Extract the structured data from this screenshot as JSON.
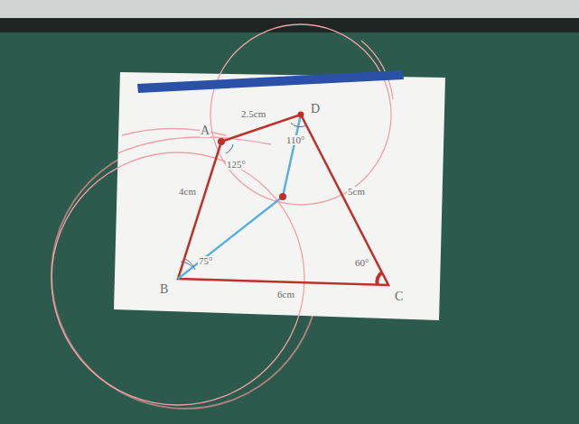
{
  "diagram": {
    "labels": [
      "A",
      "D",
      "B",
      "C",
      "2.5cm",
      "4cm",
      "6cm",
      "5cm",
      "75°",
      "60°",
      "125°",
      "110°"
    ]
  }
}
